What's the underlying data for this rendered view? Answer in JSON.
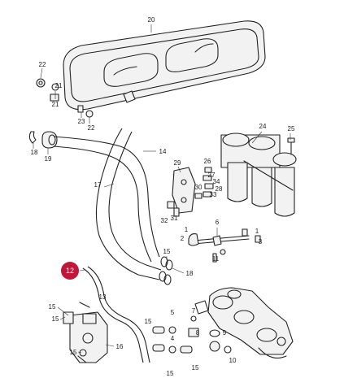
{
  "diagram": {
    "highlight_color": "#c0163a",
    "highlighted_callout": "12",
    "callouts": [
      {
        "id": "c20",
        "label": "20"
      },
      {
        "id": "c22",
        "label": "22"
      },
      {
        "id": "c21a",
        "label": "21"
      },
      {
        "id": "c21b",
        "label": "21"
      },
      {
        "id": "c23",
        "label": "23"
      },
      {
        "id": "c22b",
        "label": "22"
      },
      {
        "id": "c18a",
        "label": "18"
      },
      {
        "id": "c19",
        "label": "19"
      },
      {
        "id": "c14",
        "label": "14"
      },
      {
        "id": "c24",
        "label": "24"
      },
      {
        "id": "c25",
        "label": "25"
      },
      {
        "id": "c26",
        "label": "26"
      },
      {
        "id": "c29",
        "label": "29"
      },
      {
        "id": "c34",
        "label": "34"
      },
      {
        "id": "c27",
        "label": "27"
      },
      {
        "id": "c30",
        "label": "30"
      },
      {
        "id": "c28",
        "label": "28"
      },
      {
        "id": "c33",
        "label": "33"
      },
      {
        "id": "c31",
        "label": "31"
      },
      {
        "id": "c32",
        "label": "32"
      },
      {
        "id": "c17",
        "label": "17"
      },
      {
        "id": "c6",
        "label": "6"
      },
      {
        "id": "c1a",
        "label": "1"
      },
      {
        "id": "c1b",
        "label": "1"
      },
      {
        "id": "c3",
        "label": "3"
      },
      {
        "id": "c2",
        "label": "2"
      },
      {
        "id": "c11",
        "label": "11"
      },
      {
        "id": "c15a",
        "label": "15"
      },
      {
        "id": "c18b",
        "label": "18"
      },
      {
        "id": "c12",
        "label": "12"
      },
      {
        "id": "c13",
        "label": "13"
      },
      {
        "id": "c15b",
        "label": "15"
      },
      {
        "id": "c16",
        "label": "16"
      },
      {
        "id": "c15c",
        "label": "15"
      },
      {
        "id": "c15d",
        "label": "15"
      },
      {
        "id": "c5",
        "label": "5"
      },
      {
        "id": "c4",
        "label": "4"
      },
      {
        "id": "c7",
        "label": "7"
      },
      {
        "id": "c8",
        "label": "8"
      },
      {
        "id": "c9",
        "label": "9"
      },
      {
        "id": "c10",
        "label": "10"
      },
      {
        "id": "c15e",
        "label": "15"
      },
      {
        "id": "c15f",
        "label": "15"
      },
      {
        "id": "c15g",
        "label": "15"
      }
    ]
  }
}
